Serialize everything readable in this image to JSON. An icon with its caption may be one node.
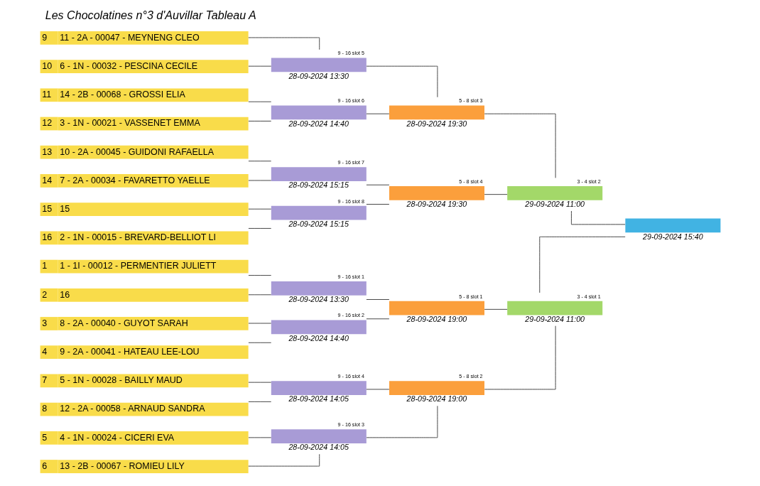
{
  "diagram": {
    "title": "Les Chocolatines n°3 d'Auvillar Tableau A",
    "nodes": [
      {
        "text": [
          "1",
          "1 - 1I - 00012 - PERMENTIER JULIETT"
        ]
      },
      {
        "text": [
          "2",
          "16"
        ]
      },
      {
        "text": [
          "3",
          "8 - 2A - 00040 - GUYOT SARAH"
        ]
      },
      {
        "text": [
          "4",
          "9 - 2A - 00041 - HATEAU LEE-LOU"
        ]
      },
      {
        "text": [
          "5",
          "4 - 1N - 00024 - CICERI EVA"
        ]
      },
      {
        "text": [
          "6",
          "13 - 2B - 00067 - ROMIEU LILY"
        ]
      },
      {
        "text": [
          "7",
          "5 - 1N - 00028 - BAILLY MAUD"
        ]
      },
      {
        "text": [
          "8",
          "12 - 2A - 00058 - ARNAUD SANDRA"
        ]
      },
      {
        "text": [
          "9",
          "11 - 2A - 00047 - MEYNENG CLEO"
        ]
      },
      {
        "text": [
          "10",
          "6 - 1N - 00032 - PESCINA CECILE"
        ]
      },
      {
        "text": [
          "11",
          "14 - 2B - 00068 - GROSSI ELIA"
        ]
      },
      {
        "text": [
          "12",
          "3 - 1N - 00021 - VASSENET EMMA"
        ]
      },
      {
        "text": [
          "13",
          "10 - 2A - 00045 - GUIDONI RAFAELLA"
        ]
      },
      {
        "text": [
          "14",
          "7 - 2A - 00034 - FAVARETTO YAELLE"
        ]
      },
      {
        "text": [
          "15",
          "15"
        ]
      },
      {
        "text": [
          "16",
          "2 - 1N - 00015 - BREVARD-BELLIOT LI"
        ]
      },
      {
        "text": [
          "28-09-2024 13:30"
        ],
        "beside": [
          "9 - 16 slot 1"
        ]
      },
      {
        "text": [
          "28-09-2024 14:40"
        ],
        "beside": [
          "9 - 16 slot 2"
        ]
      },
      {
        "text": [
          "28-09-2024 14:05"
        ],
        "beside": [
          "9 - 16 slot 3"
        ]
      },
      {
        "text": [
          "28-09-2024 14:05"
        ],
        "beside": [
          "9 - 16 slot 4"
        ]
      },
      {
        "text": [
          "28-09-2024 13:30"
        ],
        "beside": [
          "9 - 16 slot 5"
        ]
      },
      {
        "text": [
          "28-09-2024 14:40"
        ],
        "beside": [
          "9 - 16 slot 6"
        ]
      },
      {
        "text": [
          "28-09-2024 15:15"
        ],
        "beside": [
          "9 - 16 slot 7"
        ]
      },
      {
        "text": [
          "28-09-2024 15:15"
        ],
        "beside": [
          "9 - 16 slot 8"
        ]
      },
      {
        "text": [
          "28-09-2024 19:00"
        ],
        "beside": [
          "5 - 8 slot 1"
        ]
      },
      {
        "text": [
          "28-09-2024 19:00"
        ],
        "beside": [
          "5 - 8 slot 2"
        ]
      },
      {
        "text": [
          "28-09-2024 19:30"
        ],
        "beside": [
          "5 - 8 slot 3"
        ]
      },
      {
        "text": [
          "28-09-2024 19:30"
        ],
        "beside": [
          "5 - 8 slot 4"
        ]
      },
      {
        "text": [
          "29-09-2024 11:00"
        ],
        "beside": [
          "3 - 4 slot 1"
        ]
      },
      {
        "text": [
          "29-09-2024 11:00"
        ],
        "beside": [
          "3 - 4 slot 2"
        ]
      },
      {
        "text": [
          "29-09-2024 15:40"
        ]
      }
    ],
    "edges": [
      {
        "from": 0,
        "to": 16,
        "arrow": "none"
      },
      {
        "from": 1,
        "to": 16,
        "arrow": "none"
      },
      {
        "from": 2,
        "to": 17,
        "arrow": "none"
      },
      {
        "from": 3,
        "to": 17,
        "arrow": "none"
      },
      {
        "from": 4,
        "to": 18,
        "arrow": "none"
      },
      {
        "from": 5,
        "to": 18,
        "arrow": "none"
      },
      {
        "from": 6,
        "to": 19,
        "arrow": "none"
      },
      {
        "from": 7,
        "to": 19,
        "arrow": "none"
      },
      {
        "from": 8,
        "to": 20,
        "arrow": "none"
      },
      {
        "from": 9,
        "to": 20,
        "arrow": "none"
      },
      {
        "from": 10,
        "to": 21,
        "arrow": "none"
      },
      {
        "from": 11,
        "to": 21,
        "arrow": "none"
      },
      {
        "from": 12,
        "to": 22,
        "arrow": "none"
      },
      {
        "from": 13,
        "to": 22,
        "arrow": "none"
      },
      {
        "from": 14,
        "to": 23,
        "arrow": "none"
      },
      {
        "from": 15,
        "to": 23,
        "arrow": "none"
      },
      {
        "from": 16,
        "to": 24,
        "arrow": "none"
      },
      {
        "from": 17,
        "to": 24,
        "arrow": "none"
      },
      {
        "from": 18,
        "to": 25,
        "arrow": "none"
      },
      {
        "from": 19,
        "to": 25,
        "arrow": "none"
      },
      {
        "from": 20,
        "to": 26,
        "arrow": "none"
      },
      {
        "from": 21,
        "to": 26,
        "arrow": "none"
      },
      {
        "from": 22,
        "to": 27,
        "arrow": "none"
      },
      {
        "from": 23,
        "to": 27,
        "arrow": "none"
      },
      {
        "from": 24,
        "to": 28,
        "arrow": "none"
      },
      {
        "from": 25,
        "to": 28,
        "arrow": "none"
      },
      {
        "from": 26,
        "to": 29,
        "arrow": "none"
      },
      {
        "from": 27,
        "to": 29,
        "arrow": "none"
      },
      {
        "from": 28,
        "to": 30,
        "arrow": "none"
      },
      {
        "from": 29,
        "to": 30,
        "arrow": "none"
      }
    ]
  }
}
